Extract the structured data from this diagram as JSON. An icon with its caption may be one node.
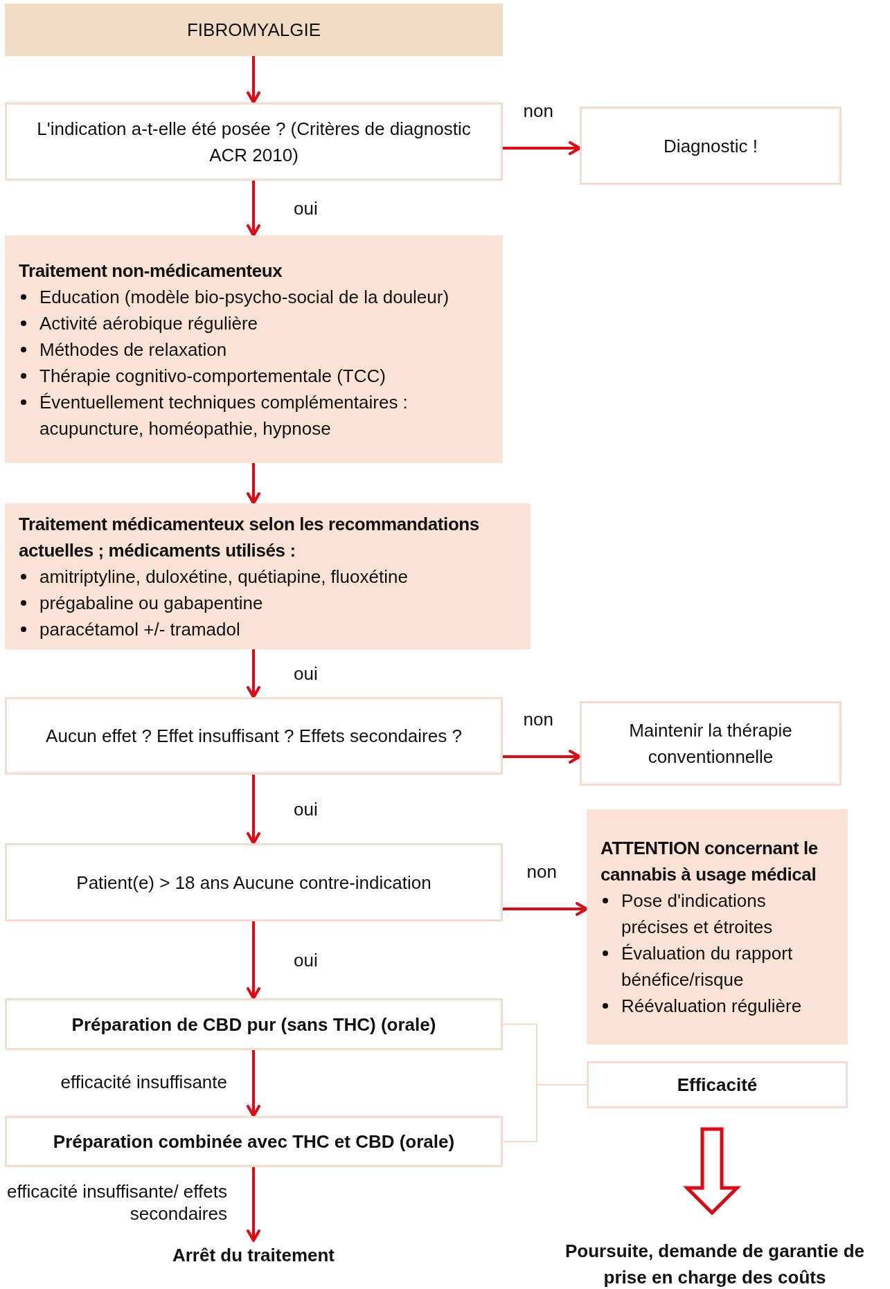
{
  "diagram": {
    "nodes": [
      {
        "text": [
          "FIBROMYALGIE"
        ]
      },
      {
        "text": [
          "L'indication a-t-elle été posée ? (Critères de diagnostic ACR 2010)"
        ]
      },
      {
        "text": [
          "Diagnostic !"
        ]
      },
      {
        "text": [
          "Traitement non-médicamenteux",
          "Education (modèle bio-psycho-social de la douleur)",
          "Activité aérobique régulière",
          "Méthodes de relaxation",
          "Thérapie cognitivo-comportementale (TCC)",
          "Éventuellement techniques complémentaires : acupuncture, homéopathie, hypnose"
        ]
      },
      {
        "text": [
          "Traitement médicamenteux selon les recommandations actuelles ; médicaments utilisés :",
          "amitriptyline, duloxétine, quétiapine, fluoxétine",
          "prégabaline ou gabapentine",
          "paracétamol +/- tramadol"
        ]
      },
      {
        "text": [
          "Aucun effet ? Effet insuffisant ? Effets secondaires ?"
        ]
      },
      {
        "text": [
          "Maintenir la thérapie conventionnelle"
        ]
      },
      {
        "text": [
          "Patient(e) > 18 ans Aucune contre-indication"
        ]
      },
      {
        "text": [
          "ATTENTION concernant le cannabis à usage médical",
          "Pose d'indications précises et étroites",
          "Évaluation du rapport bénéfice/risque",
          "Réévaluation régulière"
        ]
      },
      {
        "text": [
          "Préparation de CBD pur (sans THC) (orale)"
        ]
      },
      {
        "text": [
          "Préparation combinée avec THC et CBD (orale)"
        ]
      },
      {
        "text": [
          "Efficacité"
        ]
      },
      {
        "text": [
          "Arrêt du traitement"
        ]
      },
      {
        "text": [
          "Poursuite, demande de garantie de prise en charge des coûts"
        ]
      }
    ],
    "edges": [
      {
        "from": 0,
        "to": 1,
        "arrow": "to"
      },
      {
        "from": 1,
        "to": 2,
        "arrow": "to",
        "label": "non"
      },
      {
        "from": 1,
        "to": 3,
        "arrow": "to",
        "label": "oui"
      },
      {
        "from": 3,
        "to": 4,
        "arrow": "to"
      },
      {
        "from": 4,
        "to": 5,
        "arrow": "to",
        "label": "oui"
      },
      {
        "from": 5,
        "to": 6,
        "arrow": "to",
        "label": "non"
      },
      {
        "from": 5,
        "to": 7,
        "arrow": "to",
        "label": "oui"
      },
      {
        "from": 7,
        "to": 8,
        "arrow": "to",
        "label": "non"
      },
      {
        "from": 7,
        "to": 9,
        "arrow": "to",
        "label": "oui"
      },
      {
        "from": 9,
        "to": 10,
        "arrow": "to",
        "label": "efficacité insuffisante"
      },
      {
        "from": 10,
        "to": 12,
        "arrow": "to",
        "label": "efficacité insuffisante/ effets secondaires"
      },
      {
        "from": 9,
        "to": 11,
        "arrow": "none",
        "color": "#f7d9c6"
      },
      {
        "from": 10,
        "to": 11,
        "arrow": "none",
        "color": "#f7d9c6"
      },
      {
        "from": 11,
        "to": 13,
        "arrow": "to",
        "style": "thick"
      }
    ]
  }
}
